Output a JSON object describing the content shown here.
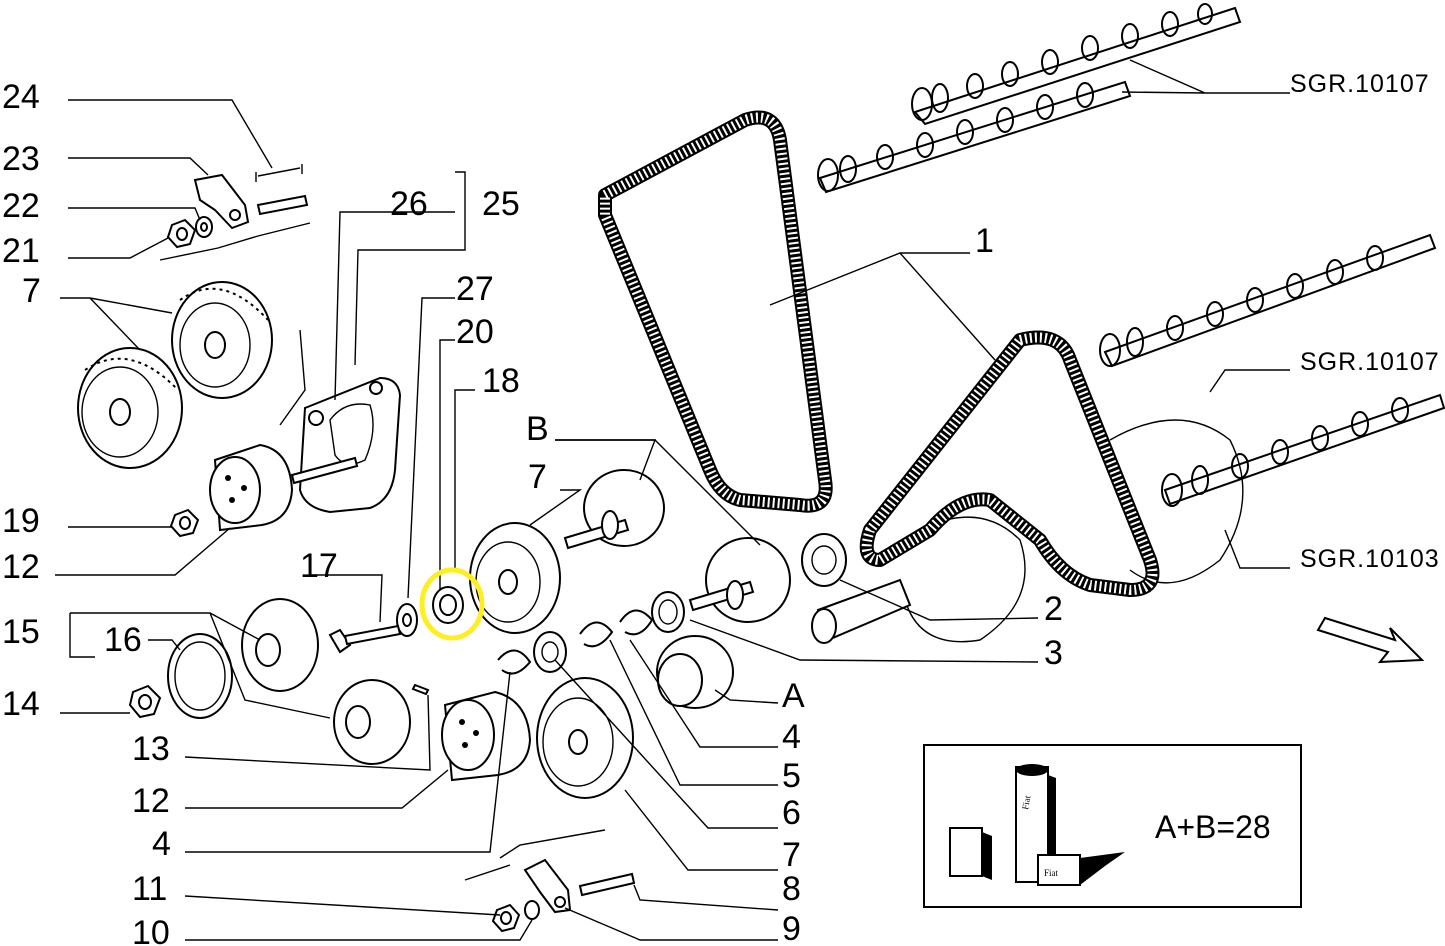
{
  "callouts_left": [
    {
      "id": "c24",
      "text": "24"
    },
    {
      "id": "c23",
      "text": "23"
    },
    {
      "id": "c22",
      "text": "22"
    },
    {
      "id": "c21",
      "text": "21"
    },
    {
      "id": "c7a",
      "text": "7"
    },
    {
      "id": "c19",
      "text": "19"
    },
    {
      "id": "c12a",
      "text": "12"
    },
    {
      "id": "c15",
      "text": "15"
    },
    {
      "id": "c16",
      "text": "16"
    },
    {
      "id": "c14",
      "text": "14"
    },
    {
      "id": "c13",
      "text": "13"
    },
    {
      "id": "c12b",
      "text": "12"
    },
    {
      "id": "c4a",
      "text": "4"
    },
    {
      "id": "c11",
      "text": "11"
    },
    {
      "id": "c10",
      "text": "10"
    }
  ],
  "callouts_center": [
    {
      "id": "c26",
      "text": "26"
    },
    {
      "id": "c25",
      "text": "25"
    },
    {
      "id": "c27",
      "text": "27"
    },
    {
      "id": "c20",
      "text": "20"
    },
    {
      "id": "c18",
      "text": "18"
    },
    {
      "id": "c17",
      "text": "17"
    },
    {
      "id": "cB",
      "text": "B"
    },
    {
      "id": "c7b",
      "text": "7"
    }
  ],
  "callouts_right": [
    {
      "id": "c1",
      "text": "1"
    },
    {
      "id": "c2",
      "text": "2"
    },
    {
      "id": "c3",
      "text": "3"
    },
    {
      "id": "cA",
      "text": "A"
    },
    {
      "id": "c4b",
      "text": "4"
    },
    {
      "id": "c5",
      "text": "5"
    },
    {
      "id": "c6",
      "text": "6"
    },
    {
      "id": "c7c",
      "text": "7"
    },
    {
      "id": "c8",
      "text": "8"
    },
    {
      "id": "c9",
      "text": "9"
    }
  ],
  "references": [
    "SGR.10107",
    "SGR.10107",
    "SGR.10103"
  ],
  "note_box": {
    "formula": "A+B=28",
    "brand_text": "Fiat"
  },
  "highlight": {
    "target_part": "20",
    "color": "#ffee22"
  }
}
